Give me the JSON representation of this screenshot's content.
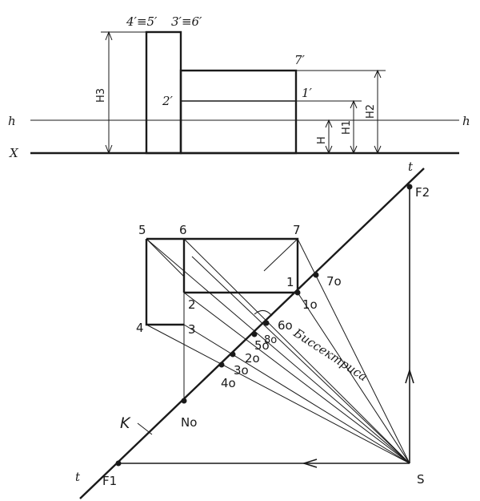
{
  "front_view": {
    "label_h_left": "h",
    "label_h_right": "h",
    "label_x": "X",
    "label_45": "4′≡5′",
    "label_36": "3′≡6′",
    "label_7p": "7′",
    "label_2p": "2′",
    "label_1p": "1′",
    "dim_H3": "H3",
    "dim_H2": "H2",
    "dim_H1": "H1",
    "dim_H": "H"
  },
  "plan_view": {
    "label_t_top": "t",
    "label_t_bottom": "t",
    "label_F2": "F2",
    "label_F1": "F1",
    "label_S": "S",
    "label_K": "K",
    "label_5": "5",
    "label_6": "6",
    "label_7": "7",
    "label_1": "1",
    "label_2": "2",
    "label_3": "3",
    "label_4": "4",
    "label_7o": "7o",
    "label_1o": "1o",
    "label_6o": "6o",
    "label_5o": "5o",
    "label_2o": "2o",
    "label_3o": "3o",
    "label_4o": "4o",
    "label_No": "No",
    "label_8o": "8o",
    "label_bisector": "Биссектриса"
  }
}
